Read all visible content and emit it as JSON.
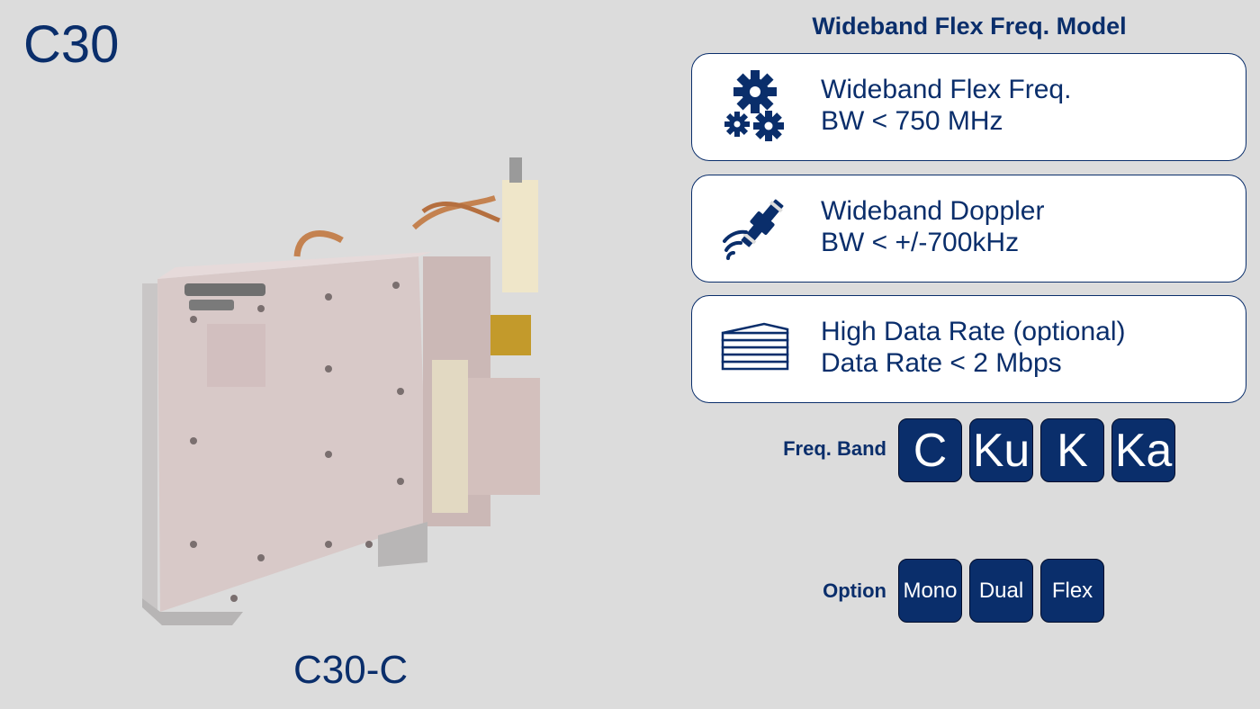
{
  "page": {
    "title": "C30"
  },
  "product": {
    "caption": "C30-C"
  },
  "model": {
    "heading": "Wideband Flex Freq. Model"
  },
  "features": [
    {
      "icon": "gears-icon",
      "line1": "Wideband Flex Freq.",
      "line2": "BW < 750 MHz"
    },
    {
      "icon": "satellite-icon",
      "line1": "Wideband Doppler",
      "line2": "BW < +/-700kHz"
    },
    {
      "icon": "document-stack-icon",
      "line1": "High Data Rate (optional)",
      "line2": "Data Rate < 2 Mbps"
    }
  ],
  "freq_band": {
    "label": "Freq. Band",
    "items": [
      "C",
      "Ku",
      "K",
      "Ka"
    ]
  },
  "option": {
    "label": "Option",
    "items": [
      "Mono",
      "Dual",
      "Flex"
    ]
  },
  "colors": {
    "brand_navy": "#0a2e6b",
    "background": "#dcdcdc",
    "card_bg": "#ffffff"
  }
}
